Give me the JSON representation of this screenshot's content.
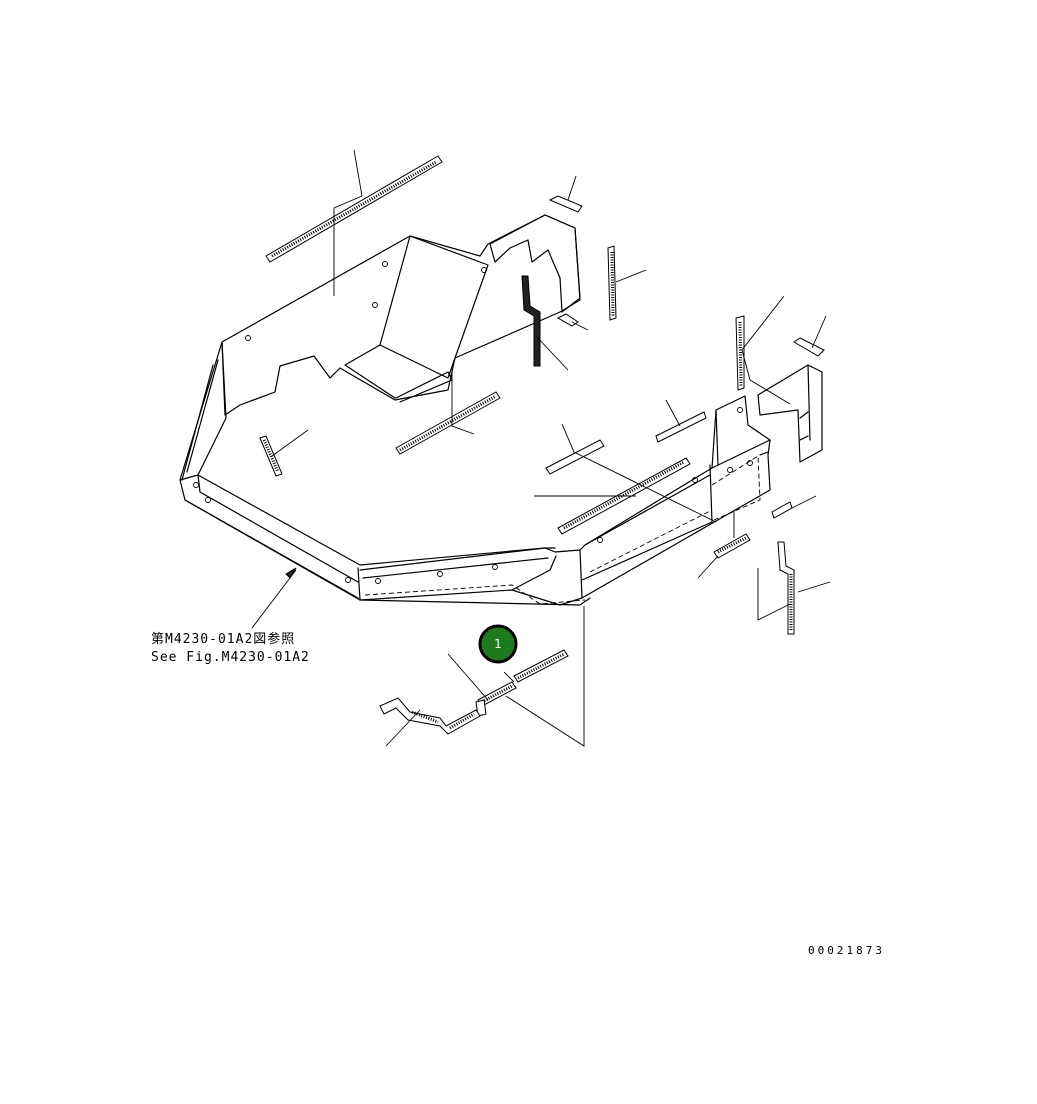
{
  "reference": {
    "line1": "第M4230-01A2図参照",
    "line2": "See Fig.M4230-01A2"
  },
  "drawing_number": "00021873",
  "callout": {
    "number": "1",
    "color": "#1e7a1e",
    "border_color": "#000000"
  }
}
